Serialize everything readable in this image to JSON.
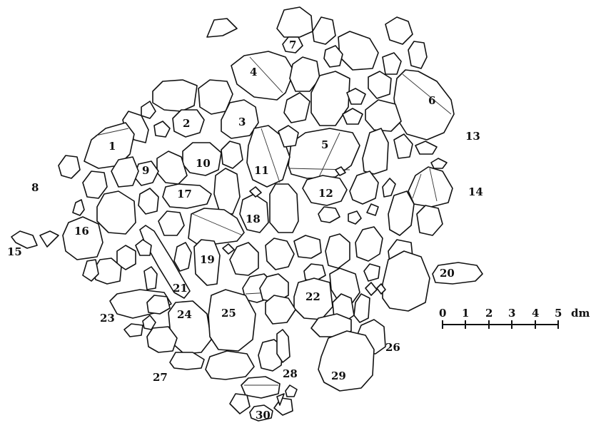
{
  "figure": {
    "labels": [
      "1",
      "2",
      "3",
      "4",
      "5",
      "6",
      "7",
      "8",
      "9",
      "10",
      "11",
      "12",
      "13",
      "14",
      "15",
      "16",
      "17",
      "18",
      "19",
      "20",
      "21",
      "22",
      "23",
      "24",
      "25",
      "26",
      "27",
      "28",
      "29",
      "30"
    ],
    "scale": {
      "ticks": [
        "0",
        "1",
        "2",
        "3",
        "4",
        "5"
      ],
      "unit": "dm"
    }
  },
  "colors": {
    "stroke": "#111111",
    "background": "#ffffff"
  }
}
